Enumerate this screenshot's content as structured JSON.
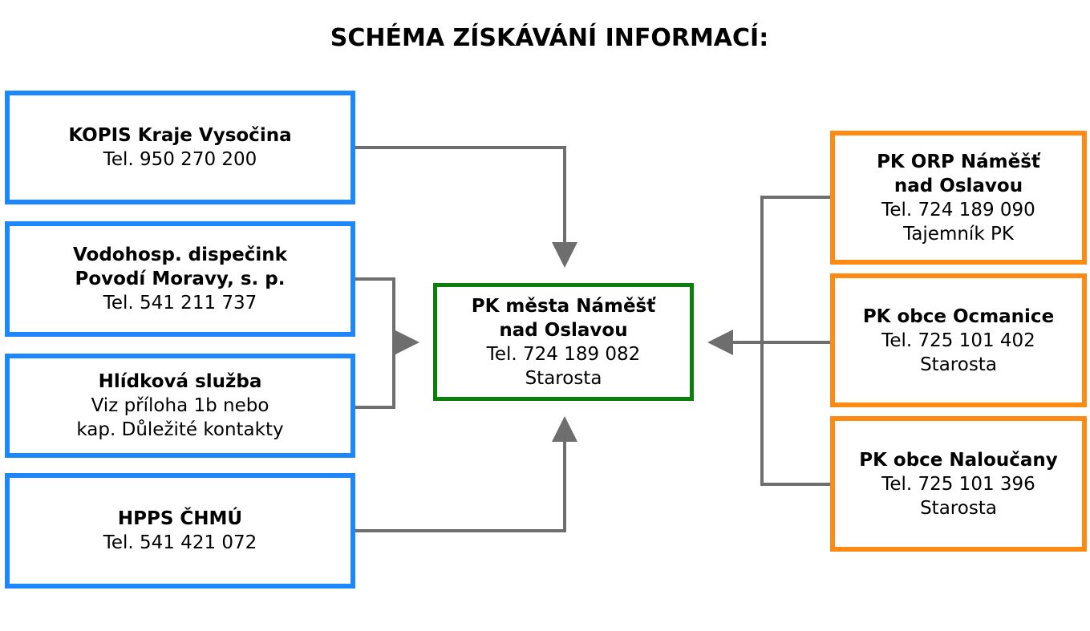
{
  "title": "SCHÉMA ZÍSKÁVÁNÍ INFORMACÍ:",
  "colors": {
    "left_border": "#1e86ff",
    "center_border": "#0a7f0a",
    "right_border": "#ff8a14",
    "connector": "#6e6e6e"
  },
  "left": [
    {
      "title": [
        "KOPIS Kraje Vysočina"
      ],
      "lines": [
        "Tel. 950 270 200"
      ]
    },
    {
      "title": [
        "Vodohosp. dispečink",
        "Povodí Moravy, s. p."
      ],
      "lines": [
        "Tel. 541 211 737"
      ]
    },
    {
      "title": [
        "Hlídková služba"
      ],
      "lines": [
        "Viz příloha 1b nebo",
        "kap. Důležité kontakty"
      ]
    },
    {
      "title": [
        "HPPS ČHMÚ"
      ],
      "lines": [
        "Tel. 541 421 072"
      ]
    }
  ],
  "center": {
    "title": [
      "PK města Náměšť",
      "nad Oslavou"
    ],
    "lines": [
      "Tel. 724 189 082",
      "Starosta"
    ]
  },
  "right": [
    {
      "title": [
        "PK ORP Náměšť",
        "nad Oslavou"
      ],
      "lines": [
        "Tel. 724 189 090",
        "Tajemník PK"
      ]
    },
    {
      "title": [
        "PK obce Ocmanice"
      ],
      "lines": [
        "Tel. 725 101 402",
        "Starosta"
      ]
    },
    {
      "title": [
        "PK obce Naloučany"
      ],
      "lines": [
        "Tel. 725 101 396",
        "Starosta"
      ]
    }
  ]
}
